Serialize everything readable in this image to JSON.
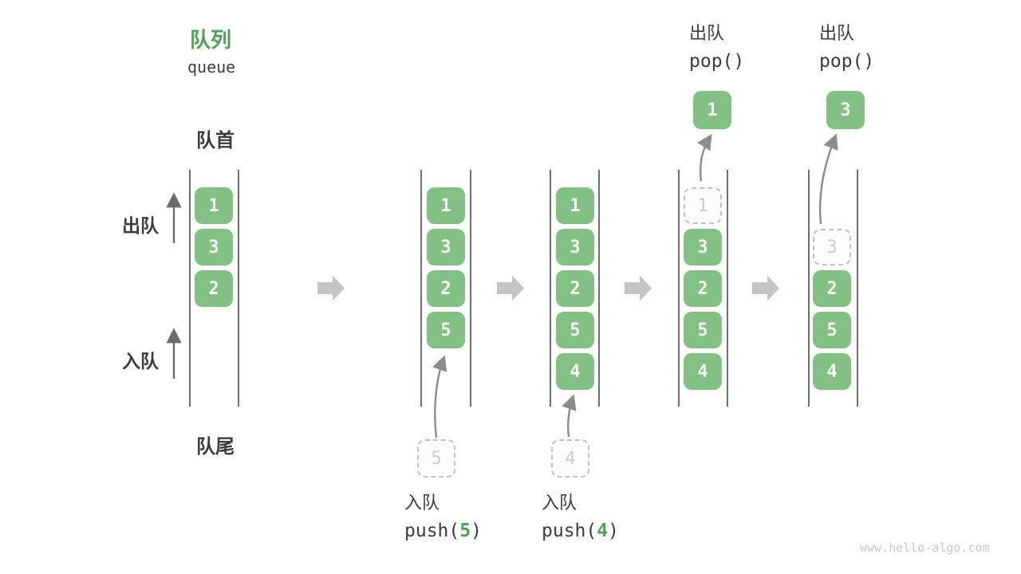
{
  "title": {
    "zh": "队列",
    "en": "queue"
  },
  "labels": {
    "front": "队首",
    "rear": "队尾",
    "dequeue": "出队",
    "enqueue": "入队"
  },
  "colors": {
    "box_green": "#83c083",
    "accent_green": "#4ba154",
    "block_arrow_gray": "#c5c5c5",
    "wall_line_gray": "#555555",
    "dashed_border_gray": "#c2c2c2"
  },
  "columns": [
    {
      "boxes": [
        "1",
        "3",
        "2"
      ]
    },
    {
      "boxes": [
        "1",
        "3",
        "2",
        "5"
      ],
      "pending": "5",
      "caption": "入队",
      "code_prefix": "push(",
      "code_arg": "5",
      "code_suffix": ")"
    },
    {
      "boxes": [
        "1",
        "3",
        "2",
        "5",
        "4"
      ],
      "pending": "4",
      "caption": "入队",
      "code_prefix": "push(",
      "code_arg": "4",
      "code_suffix": ")"
    },
    {
      "boxes": [
        "3",
        "2",
        "5",
        "4"
      ],
      "removed": "1",
      "popped": "1",
      "caption": "出队",
      "code": "pop()"
    },
    {
      "boxes": [
        "2",
        "5",
        "4"
      ],
      "removed": "3",
      "popped": "3",
      "caption": "出队",
      "code": "pop()"
    }
  ],
  "watermark": "www.hello-algo.com"
}
